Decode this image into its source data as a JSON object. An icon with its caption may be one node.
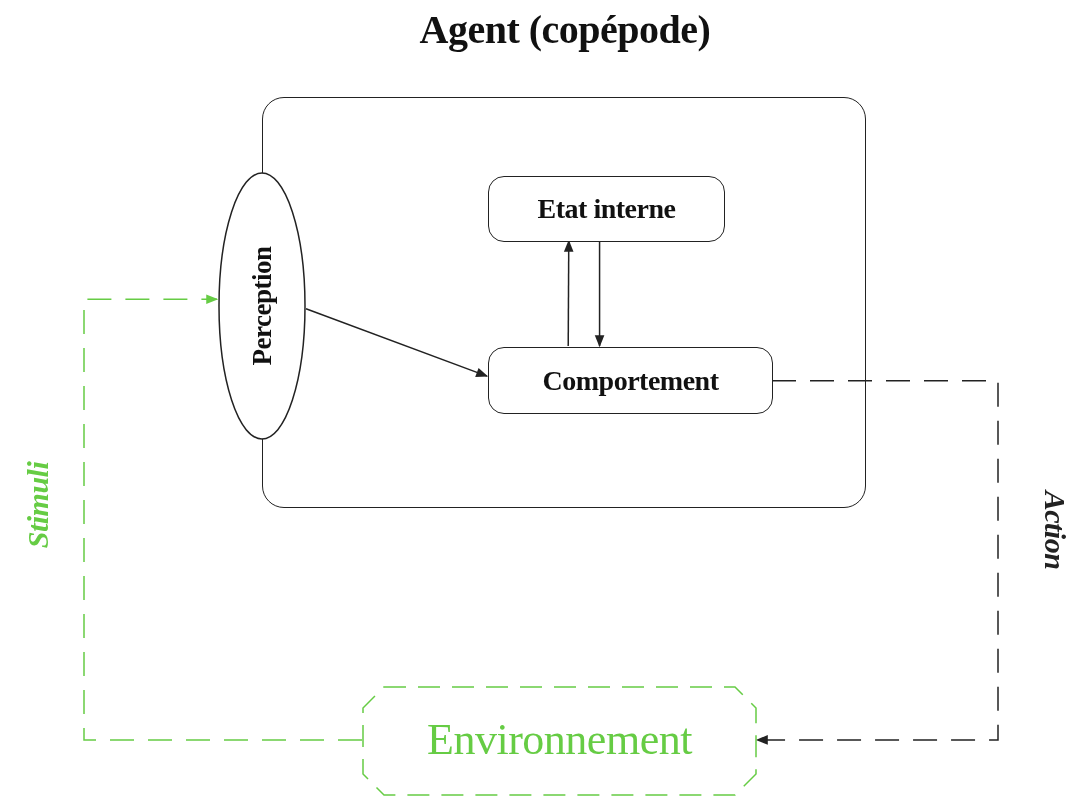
{
  "diagram": {
    "nodes": [
      {
        "text": [
          "Agent (copépode)"
        ]
      },
      {
        "text": [
          "Perception"
        ]
      },
      {
        "text": [
          "Etat interne"
        ],
        "in": 0
      },
      {
        "text": [
          "Comportement"
        ],
        "in": 0
      },
      {
        "text": [
          "Environnement"
        ]
      }
    ],
    "edges": [
      {
        "from": 1,
        "to": 3,
        "arrow": "to"
      },
      {
        "from": 3,
        "to": 2,
        "arrow": "to"
      },
      {
        "from": 2,
        "to": 3,
        "arrow": "to"
      },
      {
        "from": 3,
        "to": 4,
        "arrow": "to",
        "label": "Action",
        "style": "dashed"
      },
      {
        "from": 4,
        "to": 1,
        "arrow": "to",
        "label": "Stimuli",
        "style": "dashed",
        "color": "#66cc44"
      }
    ]
  }
}
